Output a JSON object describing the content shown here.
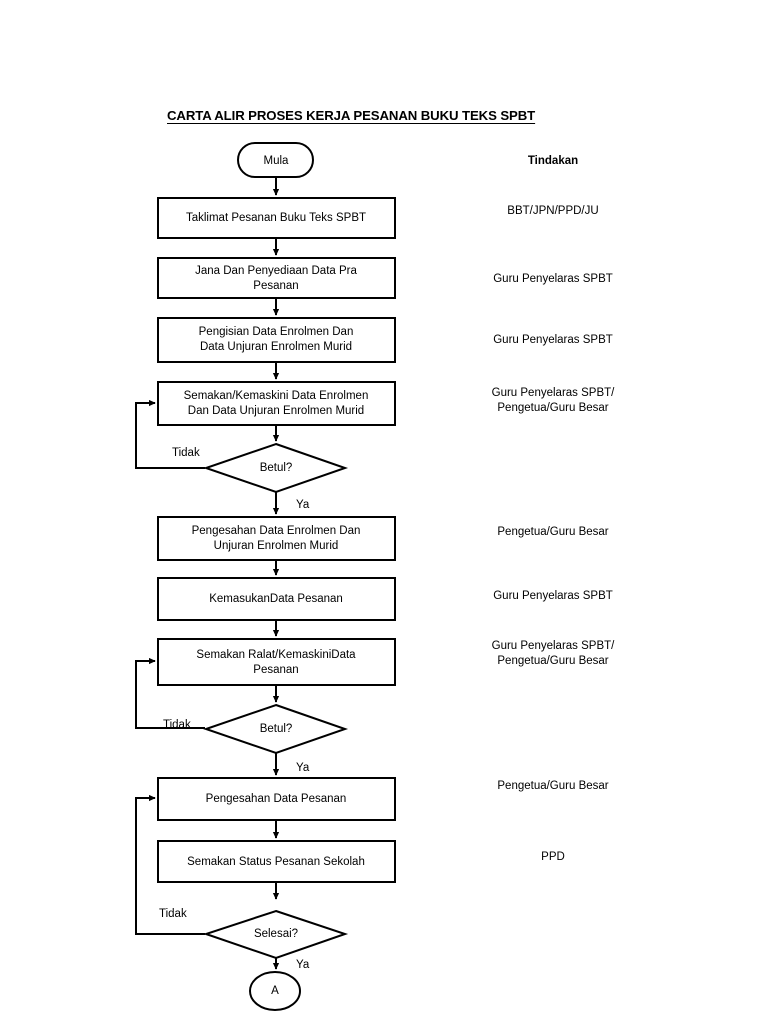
{
  "document": {
    "title": "CARTA ALIR PROSES KERJA PESANAN BUKU TEKS SPBT"
  },
  "columns": {
    "action_header": "Tindakan"
  },
  "flow": {
    "terminator_start": "Mula",
    "connector_end": "A",
    "steps": [
      {
        "id": "step1",
        "label": "Taklimat Pesanan Buku Teks SPBT",
        "action": "BBT/JPN/PPD/JU"
      },
      {
        "id": "step2",
        "label_line1": "Jana Dan Penyediaan Data Pra",
        "label_line2": "Pesanan",
        "action": "Guru Penyelaras SPBT"
      },
      {
        "id": "step3",
        "label_line1": "Pengisian Data Enrolmen Dan",
        "label_line2": "Data Unjuran Enrolmen Murid",
        "action": "Guru Penyelaras SPBT"
      },
      {
        "id": "step4",
        "label_line1": "Semakan/Kemaskini Data Enrolmen",
        "label_line2": "Dan Data Unjuran Enrolmen Murid",
        "action_line1": "Guru Penyelaras SPBT/",
        "action_line2": "Pengetua/Guru Besar"
      },
      {
        "id": "step5",
        "label_line1": "Pengesahan Data Enrolmen Dan",
        "label_line2": "Unjuran Enrolmen Murid",
        "action": "Pengetua/Guru Besar"
      },
      {
        "id": "step6",
        "label": "KemasukanData Pesanan",
        "action": "Guru Penyelaras SPBT"
      },
      {
        "id": "step7",
        "label_line1": "Semakan Ralat/KemaskiniData",
        "label_line2": "Pesanan",
        "action_line1": "Guru Penyelaras SPBT/",
        "action_line2": "Pengetua/Guru Besar"
      },
      {
        "id": "step8",
        "label": "Pengesahan Data Pesanan",
        "action": "Pengetua/Guru Besar"
      },
      {
        "id": "step9",
        "label": "Semakan Status Pesanan Sekolah",
        "action": "PPD"
      }
    ],
    "decisions": [
      {
        "id": "decision1",
        "label": "Betul?",
        "no_label": "Tidak",
        "yes_label": "Ya"
      },
      {
        "id": "decision2",
        "label": "Betul?",
        "no_label": "Tidak",
        "yes_label": "Ya"
      },
      {
        "id": "decision3",
        "label": "Selesai?",
        "no_label": "Tidak",
        "yes_label": "Ya"
      }
    ]
  },
  "colors": {
    "stroke": "#000000",
    "background": "#ffffff",
    "text": "#000000"
  }
}
